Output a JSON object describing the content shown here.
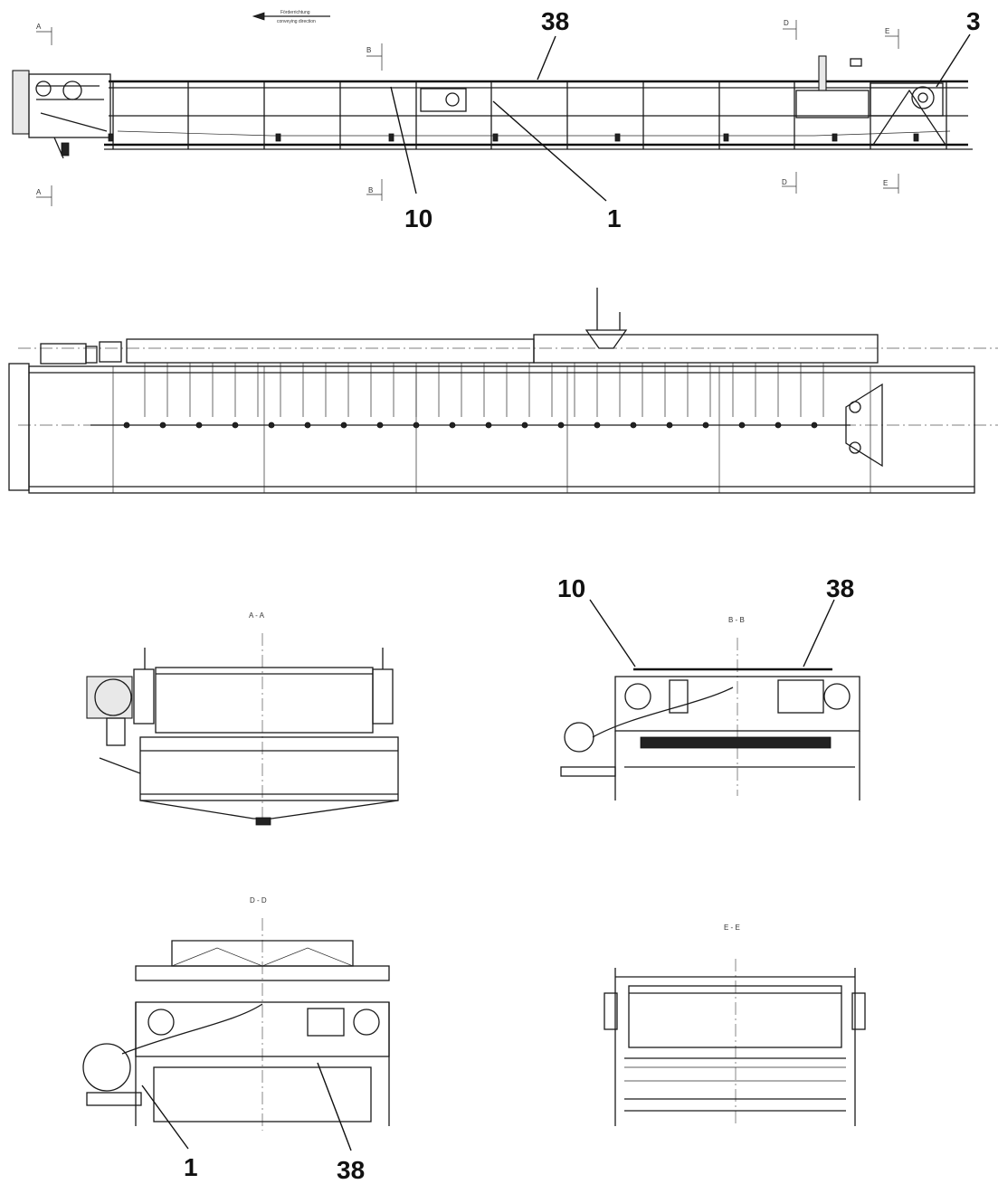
{
  "callouts": {
    "top_38": "38",
    "top_3": "3",
    "top_10": "10",
    "top_1": "1",
    "bb_10": "10",
    "bb_38": "38",
    "dd_1": "1",
    "dd_38": "38"
  },
  "section_titles": {
    "aa": "A - A",
    "bb": "B - B",
    "dd": "D - D",
    "ee": "E - E"
  },
  "cut_markers": {
    "a_top": "A",
    "a_bottom": "A",
    "b_top": "B",
    "b_bottom": "B",
    "d_top": "D",
    "d_bottom": "D",
    "e_top": "E",
    "e_bottom": "E"
  },
  "direction_arrow": {
    "line1": "Förderrichtung",
    "line2": "conveying direction"
  },
  "colors": {
    "line": "#1a1a1a",
    "paper": "#ffffff"
  }
}
